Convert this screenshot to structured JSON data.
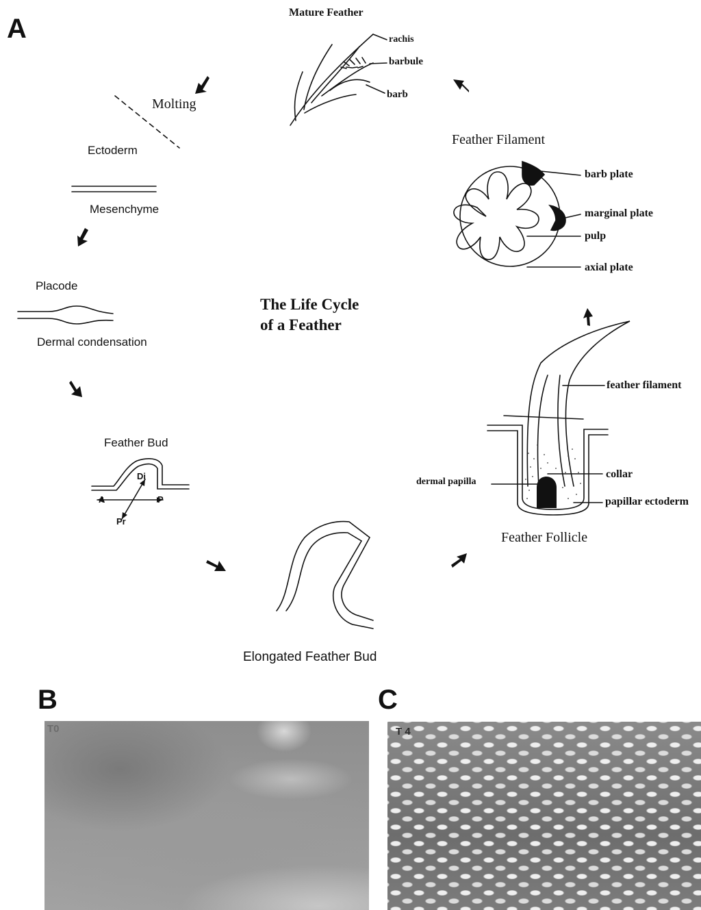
{
  "panels": {
    "a": "A",
    "b": "B",
    "c": "C"
  },
  "title": {
    "line1": "The Life Cycle",
    "line2": "of a Feather"
  },
  "stages": {
    "mature_feather": "Mature Feather",
    "molting": "Molting",
    "ectoderm": "Ectoderm",
    "mesenchyme": "Mesenchyme",
    "placode": "Placode",
    "dermal_condensation": "Dermal condensation",
    "feather_bud": "Feather Bud",
    "elongated_feather_bud": "Elongated Feather Bud",
    "feather_follicle": "Feather Follicle",
    "feather_filament": "Feather Filament"
  },
  "mature_labels": {
    "rachis": "rachis",
    "barbule": "barbule",
    "barb": "barb"
  },
  "filament_labels": {
    "barb_plate": "barb plate",
    "marginal_plate": "marginal plate",
    "pulp": "pulp",
    "axial_plate": "axial plate"
  },
  "follicle_labels": {
    "feather_filament": "feather filament",
    "collar": "collar",
    "dermal_papilla": "dermal papilla",
    "papillar_ectoderm": "papillar ectoderm"
  },
  "bud_axes": {
    "di": "Di",
    "a": "A",
    "p": "P",
    "pr": "Pr"
  },
  "photos": {
    "b_tag": "T0",
    "c_tag": "T 4"
  }
}
